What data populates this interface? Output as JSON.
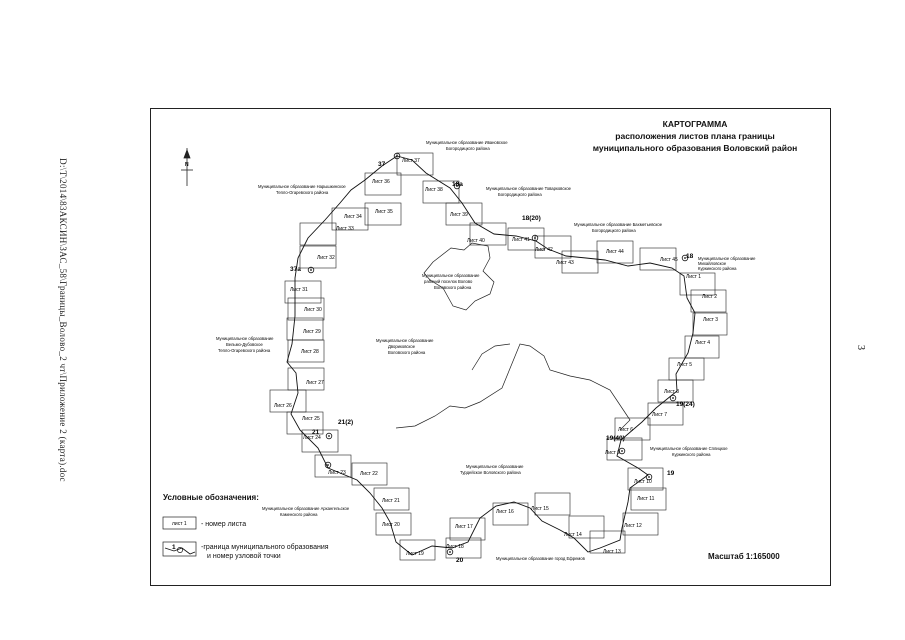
{
  "side_path": "D:\\T\\2014\\83АКСИН\\ЗАС_58\\Границы_Волово_2 чт\\Приложение 2 (карта).doc",
  "page_number": "3",
  "title": {
    "line1": "КАРТОГРАММА",
    "line2": "расположения листов плана границы",
    "line3": "муниципального образования Воловский район"
  },
  "north": "N",
  "neighbors": {
    "top": [
      "Муниципальное образование Ивановское",
      "Богородицкого района"
    ],
    "top_right": [
      "Муниципальное образование Товарковское",
      "Богородицкого района"
    ],
    "right_top": [
      "Муниципальное образование Бахметьевское",
      "Богородицкого района"
    ],
    "right": [
      "Муниципальное образование",
      "Михайловское",
      "Куркинского района"
    ],
    "left_top": [
      "Муниципальное образование Нарышкинское",
      "Тепло-Огаревского района"
    ],
    "left": [
      "Муниципальное образование",
      "Вельмо-Дубовское",
      "Тепло-Огаревского района"
    ],
    "bottom_left": [
      "Муниципальное образование Архангельское",
      "Каменского района"
    ],
    "bottom": "Муниципальное образование город Ефремов",
    "bottom_right": [
      "Муниципальное образование Сплицкое",
      "Куркинского района"
    ]
  },
  "inner_labels": {
    "center_north": [
      "Муниципальное образование",
      "рабочий поселок Волово",
      "Воловского района"
    ],
    "center": [
      "Муниципальное образование",
      "Двориковское",
      "Воловского района"
    ],
    "south": [
      "Муниципальное образование",
      "Турдейское Воловского района"
    ]
  },
  "sheets": [
    "Лист 1",
    "Лист 2",
    "Лист 3",
    "Лист 4",
    "Лист 5",
    "Лист 6",
    "Лист 7",
    "Лист 8",
    "Лист 9",
    "Лист 10",
    "Лист 11",
    "Лист 12",
    "Лист 13",
    "Лист 14",
    "Лист 15",
    "Лист 16",
    "Лист 17",
    "Лист 18",
    "Лист 19",
    "Лист 20",
    "Лист 21",
    "Лист 22",
    "Лист 23",
    "Лист 24",
    "Лист 25",
    "Лист 26",
    "Лист 27",
    "Лист 28",
    "Лист 29",
    "Лист 30",
    "Лист 31",
    "Лист 32",
    "Лист 33",
    "Лист 34",
    "Лист 35",
    "Лист 36",
    "Лист 37",
    "Лист 38",
    "Лист 39",
    "Лист 40",
    "Лист 41",
    "Лист 42",
    "Лист 43",
    "Лист 44",
    "Лист 45"
  ],
  "nodes": [
    "37",
    "18а",
    "18(20)",
    "18",
    "19(24)",
    "19(40)",
    "19",
    "20",
    "21",
    "21(2)",
    "37а"
  ],
  "legend": {
    "title": "Условные обозначения:",
    "sheet_sample": "лист 1",
    "sheet_desc": "- номер листа",
    "node_sample": "1",
    "boundary_desc": [
      "-граница муниципального образования",
      "и номер узловой точки"
    ]
  },
  "scale": "Масштаб 1:165000"
}
